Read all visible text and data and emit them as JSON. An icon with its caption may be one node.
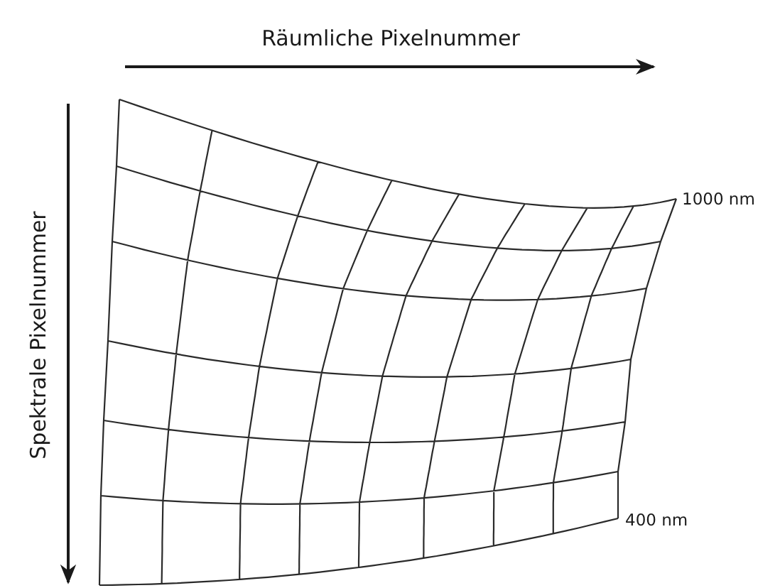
{
  "diagram": {
    "labels": [
      "Räumliche Pixelnummer",
      "Spektrale Pixelnummer",
      "1000 nm",
      "400 nm"
    ]
  }
}
